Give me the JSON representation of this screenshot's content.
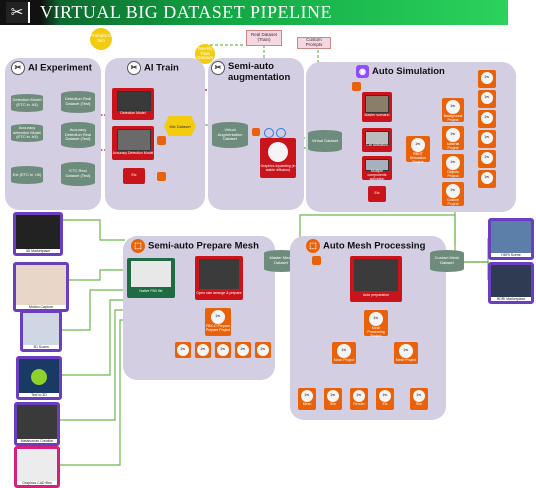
{
  "header": {
    "title": "VIRTUAL BIG DATASET PIPELINE",
    "logo_icon": "crossed-tools-icon"
  },
  "nodes": {
    "prompts_to_sim": "Prompts to Sim",
    "real_dataset_train": "Real Dataset (Train)",
    "custom_prompts": "Custom Prompts",
    "weekly_train_dataset": "Weekly Train Dataset"
  },
  "panels": {
    "ai_experiment": {
      "title": "AI Experiment",
      "rows": [
        {
          "left": "Detection Model (ETC in .h5)",
          "right": "Detection Real Dataset (Test)"
        },
        {
          "left": "Accuracy detection Model (ETC in .h5)",
          "right": "Accuracy Detection Real Dataset (Test)"
        },
        {
          "left": "Ext (ETC in .h5)",
          "right": "ETC Real Dataset (Test)"
        }
      ]
    },
    "ai_train": {
      "title": "AI Train",
      "items": [
        "Detection Model",
        "Accuracy Detection Model",
        "Etc"
      ]
    },
    "mix_dataset": "Mix Dataset",
    "semi_auto_aug": {
      "title": "Semi-auto augmentation",
      "virtual_dataset": "Virtual Augmentation Dataset",
      "center_label": "Graphics Inpainting (in stable diffusion)"
    },
    "auto_simulation": {
      "title": "Auto Simulation",
      "virtual_dataset": "Virtual Dataset",
      "items": [
        "Master scenario",
        "Car activation",
        "Multiple components activation",
        "Etc"
      ],
      "sim_project": "RBOT Simulation Project",
      "sub_items": [
        "Background Project",
        "Material Project",
        "Objects Project",
        "Custom Project"
      ]
    },
    "semi_auto_prepare": {
      "title": "Semi-auto Prepare Mesh",
      "capture_label": "Native FBX file",
      "cleanup_label": "Open size arrange & prepare",
      "project_label": "FBX-O Prepare Prepare Project",
      "master_mesh": "Master Mesh Dataset"
    },
    "auto_mesh": {
      "title": "Auto Mesh Processing",
      "main_label": "Auto preparation",
      "project_label": "Mesh Processing Project",
      "custom_mesh": "Custom Mesh Dataset",
      "branches": [
        "Mesh Project",
        "Mesh Project"
      ],
      "leaves": [
        "Mesh",
        "Sim",
        "Render",
        "Etc",
        "Sim"
      ]
    }
  },
  "sources": [
    "3D Marketplace",
    "Motion Capture",
    "3D Scann",
    "Text to 3D",
    "Metahuman Creation",
    "Graphics CAD files"
  ],
  "outputs": [
    "HDRI Scene",
    "HDRI Marketplace"
  ],
  "colors": {
    "panel": "#d4cee3",
    "orange": "#e9620a",
    "red": "#c9141b",
    "yellow": "#f2cc0d",
    "green_line": "#6db84e",
    "red_line": "#c9141b",
    "purple": "#6a3fbf"
  }
}
